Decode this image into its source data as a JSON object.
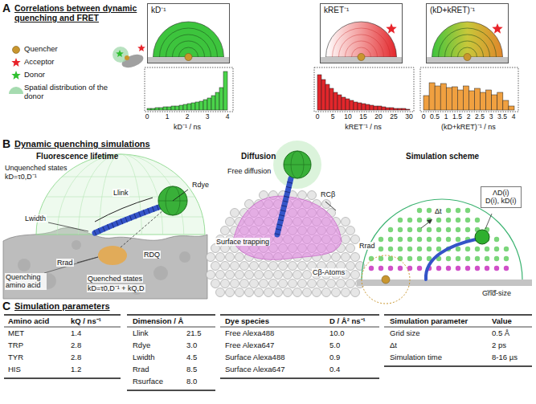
{
  "diagram": {
    "nodes": [
      {
        "text": [
          "kD⁻¹"
        ]
      },
      {
        "text": [
          "kRET⁻¹"
        ]
      },
      {
        "text": [
          "(kD+kRET)⁻¹"
        ]
      },
      {
        "text": [
          "ΛD(i)",
          "D(i), kD(i)"
        ]
      }
    ],
    "labels": [
      "A",
      "Correlations between dynamic quenching and FRET",
      "0",
      "1",
      "2",
      "3",
      "4",
      "kD⁻¹ / ns",
      "0",
      "5",
      "10",
      "15",
      "20",
      "25",
      "30",
      "kRET⁻¹ / ns",
      "0",
      "0.5",
      "1",
      "1.5",
      "2",
      "2.5",
      "3",
      "3.5",
      "4",
      "(kD+kRET)⁻¹ / ns",
      "B",
      "Dynamic quenching simulations",
      "Fluorescence lifetime",
      "Unquenched states",
      "kD=τ0,D⁻¹",
      "Llink",
      "Rdye",
      "Lwidth",
      "Rrad",
      "RDQ",
      "Quenching amino acid",
      "Quenched states",
      "kD=τ0,D⁻¹ + kQ,D",
      "Diffusion",
      "Free diffusion",
      "RCβ",
      "Surface trapping",
      "Cβ-Atoms",
      "Simulation scheme",
      "Δt",
      "Rrad",
      "Grid-size",
      "C",
      "Simulation parameters",
      "Amino acid",
      "kQ / ns⁻¹",
      "MET",
      "1.4",
      "TRP",
      "2.8",
      "TYR",
      "2.8",
      "HIS",
      "1.2",
      "Dimension / Å",
      "Llink",
      "21.5",
      "Rdye",
      "3.0",
      "Lwidth",
      "4.5",
      "Rrad",
      "8.5",
      "Rsurface",
      "8.0",
      "Dye species",
      "D / Å² ns⁻¹",
      "Free Alexa488",
      "10.0",
      "Free Alexa647",
      "5.0",
      "Surface Alexa488",
      "0.9",
      "Surface Alexa647",
      "0.4",
      "Simulation parameter",
      "Value",
      "Grid size",
      "0.5 Å",
      "Δt",
      "2 ps",
      "Simulation time",
      "8-16 µs"
    ],
    "legend": [
      {
        "text": "Quencher",
        "color": "#c9962e"
      },
      {
        "text": "Acceptor",
        "color": "#e8232a"
      },
      {
        "text": "Donor",
        "color": "#2fc02f"
      },
      {
        "text": "Spatial distribution of the donor",
        "color": "#a6dbb0"
      }
    ]
  }
}
